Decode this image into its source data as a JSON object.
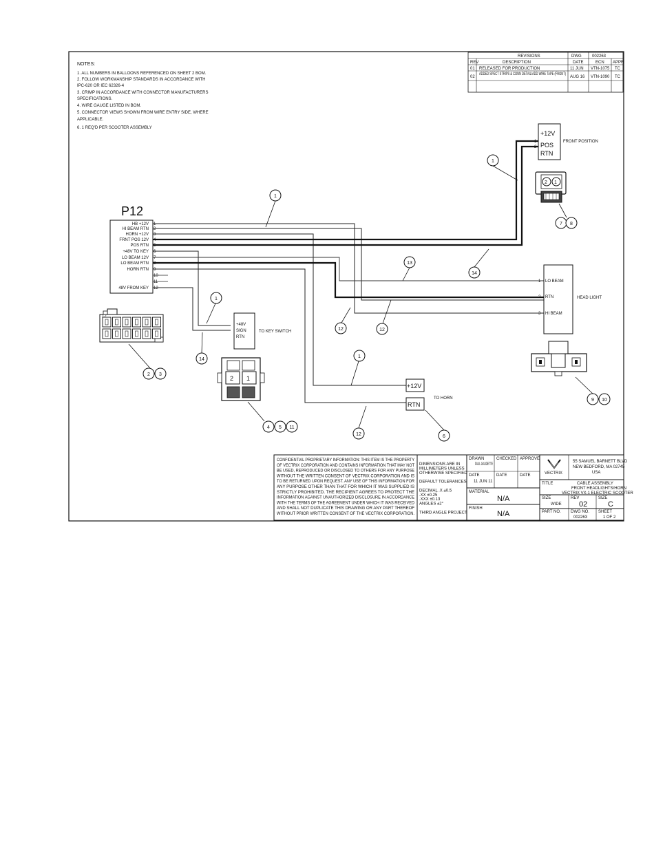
{
  "notes": {
    "heading": "NOTES:",
    "lines": [
      "1. ALL NUMBERS IN BALLOONS REFERENCED ON SHEET 2 BOM.",
      "2. FOLLOW WORKMANSHIP STANDARDS IN ACCORDANCE WITH",
      "   IPC-620 OR IEC 62326-4",
      "3. CRIMP IN ACCORDANCE WITH CONNECTOR MANUFACTURERS",
      "   SPECIFICATIONS.",
      "4. WIRE GAUGE LISTED IN BOM.",
      "5. CONNECTOR VIEWS SHOWN FROM WIRE ENTRY SIDE, WHERE",
      "   APPLICABLE.",
      "6. 1 REQ'D PER SCOOTER ASSEMBLY"
    ]
  },
  "revision_block": {
    "title": "REVISIONS",
    "doc_no_label": "DWG",
    "doc_no": "002263",
    "headers": [
      "REV",
      "DESCRIPTION",
      "DATE",
      "ECN",
      "APPR"
    ],
    "rows": [
      [
        "01",
        "RELEASED FOR PRODUCTION",
        "11 JUN",
        "VTN-1075",
        "TC"
      ],
      [
        "02",
        "ADDED SPECT STRIPS & CONN DETAIL/ADD WIRE TAPE (FRONT)",
        "AUG 16",
        "VTN-1090",
        "TC"
      ]
    ]
  },
  "p12": {
    "label": "P12",
    "pins": [
      {
        "name": "HB +12V",
        "num": "1"
      },
      {
        "name": "HI BEAM RTN",
        "num": "2"
      },
      {
        "name": "HORN +12V",
        "num": "3"
      },
      {
        "name": "FRNT POS 12V",
        "num": "4"
      },
      {
        "name": "POS RTN",
        "num": "5"
      },
      {
        "name": "+48V TO KEY",
        "num": "6"
      },
      {
        "name": "LO BEAM 12V",
        "num": "7"
      },
      {
        "name": "LO BEAM RTN",
        "num": "8"
      },
      {
        "name": "HORN RTN",
        "num": "9"
      },
      {
        "name": "",
        "num": "10"
      },
      {
        "name": "",
        "num": "11"
      },
      {
        "name": "48V FROM KEY",
        "num": "12"
      }
    ],
    "face_corner": "12"
  },
  "front_position": {
    "lines": [
      "+12V",
      "POS",
      "RTN"
    ],
    "pins": [
      "1",
      "2"
    ],
    "caption": "FRONT POSITION",
    "face_pins": [
      "2",
      "1"
    ]
  },
  "headlight": {
    "caption": "HEAD LIGHT",
    "pins": [
      {
        "num": "1",
        "name": "LO BEAM"
      },
      {
        "num": "2",
        "name": "RTN"
      },
      {
        "num": "3",
        "name": "HI BEAM"
      }
    ]
  },
  "key_switch": {
    "lines": [
      "+48V",
      "SIGN",
      "RTN"
    ],
    "caption": "TO KEY SWITCH",
    "face_pins": [
      "2",
      "1"
    ]
  },
  "horn": {
    "pos_label": "+12V",
    "rtn_label": "RTN",
    "caption": "TO HORN"
  },
  "balloons": [
    "1",
    "1",
    "1",
    "1",
    "14",
    "13",
    "12",
    "12",
    "12",
    "14",
    "2",
    "3",
    "4",
    "5",
    "11",
    "6",
    "7",
    "8",
    "9",
    "10"
  ],
  "title_block": {
    "confidential": [
      "CONFIDENTIAL PROPRIETARY INFORMATION: THIS ITEM IS THE PROPERTY",
      "OF VECTRIX CORPORATION AND CONTAINS INFORMATION THAT MAY NOT",
      "BE USED, REPRODUCED OR DISCLOSED TO OTHERS FOR ANY PURPOSE",
      "WITHOUT THE WRITTEN CONSENT OF VECTRIX CORPORATION AND IS",
      "TO BE RETURNED UPON REQUEST. ANY USE OF THIS INFORMATION FOR",
      "ANY PURPOSE OTHER THAN THAT FOR WHICH IT WAS SUPPLIED IS",
      "STRICTLY PROHIBITED. THE RECIPIENT AGREES TO PROTECT THE",
      "INFORMATION AGAINST UNAUTHORIZED DISCLOSURE IN ACCORDANCE",
      "WITH THE TERMS OF THE AGREEMENT UNDER WHICH IT WAS RECEIVED",
      "AND SHALL NOT DUPLICATE THIS DRAWING OR ANY PART THEREOF",
      "WITHOUT PRIOR WRITTEN CONSENT OF THE VECTRIX CORPORATION."
    ],
    "dims": [
      "DIMENSIONS ARE IN",
      "MILLIMETERS UNLESS",
      "OTHERWISE SPECIFIED",
      "",
      "DEFAULT TOLERANCES",
      "",
      "DECIMAL  .X    ±0.5",
      "         .XX   ±0.25",
      "         .XXX  ±0.13",
      "ANGLES      ±2°",
      "",
      "THIRD ANGLE PROJECTION"
    ],
    "drawn_label": "DRAWN",
    "drawn_value": "PAUL GAUDETTE",
    "checked_label": "CHECKED",
    "approved_label": "APPROVED",
    "date_label": "DATE",
    "date_value": "11 JUN 11",
    "material_label": "MATERIAL",
    "material_value": "N/A",
    "finish_label": "FINISH",
    "finish_value": "N/A",
    "company": "VECTRIX",
    "address": [
      "55 SAMUEL BARNETT BLVD",
      "NEW BEDFORD, MA 02745",
      "USA"
    ],
    "title_label": "TITLE",
    "title": [
      "CABLE ASSEMBLY",
      "FRONT HEADLIGHTS/HORN",
      "VECTRIX VX-1 ELECTRIC SCOOTER"
    ],
    "size_label": "SIZE",
    "size_value": "WIDE",
    "rev_label": "REV",
    "rev_value": "02",
    "sheet_size_label": "SIZE",
    "sheet_size_value": "C",
    "part_label": "PART NO.",
    "dwg_no_label": "DWG NO.",
    "dwg_no_value": "002263",
    "sheet_label": "SHEET",
    "sheet_value": "1 OF 2"
  }
}
